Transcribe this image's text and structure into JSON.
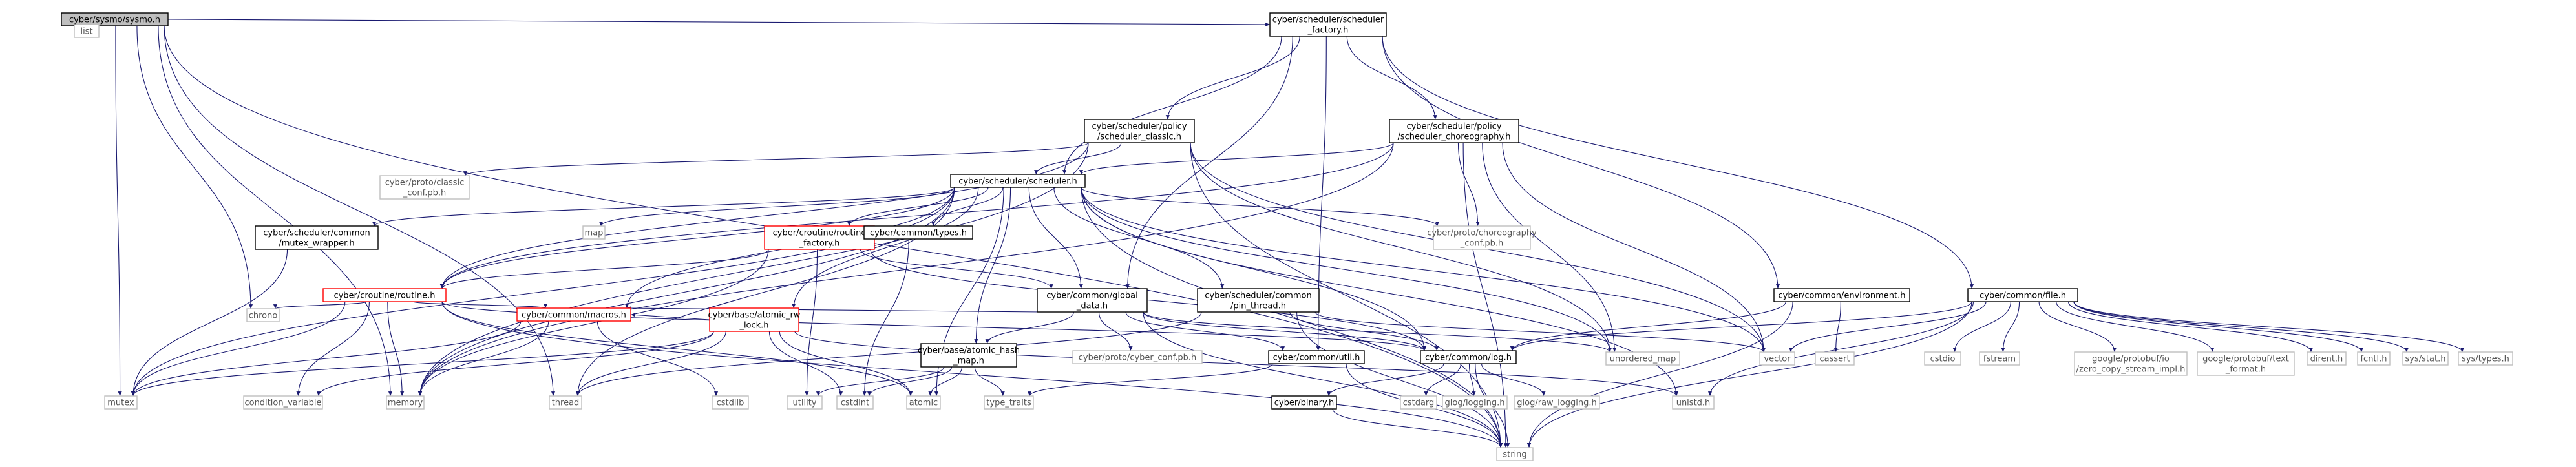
{
  "graph": {
    "nodes": [
      {
        "id": "sysmo",
        "lines": [
          "cyber/sysmo/sysmo.h"
        ],
        "style": "root"
      },
      {
        "id": "list",
        "lines": [
          "list"
        ],
        "style": "gray"
      },
      {
        "id": "sf",
        "lines": [
          "cyber/scheduler/scheduler",
          "_factory.h"
        ],
        "style": "black"
      },
      {
        "id": "pc",
        "lines": [
          "cyber/scheduler/policy",
          "/scheduler_classic.h"
        ],
        "style": "black"
      },
      {
        "id": "pch",
        "lines": [
          "cyber/scheduler/policy",
          "/scheduler_choreography.h"
        ],
        "style": "black"
      },
      {
        "id": "cconf",
        "lines": [
          "cyber/proto/classic",
          "_conf.pb.h"
        ],
        "style": "gray"
      },
      {
        "id": "sch",
        "lines": [
          "cyber/scheduler/scheduler.h"
        ],
        "style": "black"
      },
      {
        "id": "map",
        "lines": [
          "map"
        ],
        "style": "gray"
      },
      {
        "id": "mw",
        "lines": [
          "cyber/scheduler/common",
          "/mutex_wrapper.h"
        ],
        "style": "black"
      },
      {
        "id": "rf",
        "lines": [
          "cyber/croutine/routine",
          "_factory.h"
        ],
        "style": "red"
      },
      {
        "id": "types",
        "lines": [
          "cyber/common/types.h"
        ],
        "style": "black"
      },
      {
        "id": "chconf",
        "lines": [
          "cyber/proto/choreography",
          "_conf.pb.h"
        ],
        "style": "gray"
      },
      {
        "id": "cr",
        "lines": [
          "cyber/croutine/routine.h"
        ],
        "style": "red"
      },
      {
        "id": "chrono",
        "lines": [
          "chrono"
        ],
        "style": "gray"
      },
      {
        "id": "macros",
        "lines": [
          "cyber/common/macros.h"
        ],
        "style": "red"
      },
      {
        "id": "rw",
        "lines": [
          "cyber/base/atomic_rw",
          "_lock.h"
        ],
        "style": "red"
      },
      {
        "id": "gd",
        "lines": [
          "cyber/common/global",
          "_data.h"
        ],
        "style": "black"
      },
      {
        "id": "pin",
        "lines": [
          "cyber/scheduler/common",
          "/pin_thread.h"
        ],
        "style": "black"
      },
      {
        "id": "ahm",
        "lines": [
          "cyber/base/atomic_hash",
          "_map.h"
        ],
        "style": "black"
      },
      {
        "id": "cyconf",
        "lines": [
          "cyber/proto/cyber_conf.pb.h"
        ],
        "style": "gray"
      },
      {
        "id": "util",
        "lines": [
          "cyber/common/util.h"
        ],
        "style": "black"
      },
      {
        "id": "log",
        "lines": [
          "cyber/common/log.h"
        ],
        "style": "black"
      },
      {
        "id": "env",
        "lines": [
          "cyber/common/environment.h"
        ],
        "style": "black"
      },
      {
        "id": "file",
        "lines": [
          "cyber/common/file.h"
        ],
        "style": "black"
      },
      {
        "id": "umap",
        "lines": [
          "unordered_map"
        ],
        "style": "gray"
      },
      {
        "id": "vector",
        "lines": [
          "vector"
        ],
        "style": "gray"
      },
      {
        "id": "cassert",
        "lines": [
          "cassert"
        ],
        "style": "gray"
      },
      {
        "id": "cstdio",
        "lines": [
          "cstdio"
        ],
        "style": "gray"
      },
      {
        "id": "fstream",
        "lines": [
          "fstream"
        ],
        "style": "gray"
      },
      {
        "id": "zc",
        "lines": [
          "google/protobuf/io",
          "/zero_copy_stream_impl.h"
        ],
        "style": "gray"
      },
      {
        "id": "tf",
        "lines": [
          "google/protobuf/text",
          "_format.h"
        ],
        "style": "gray"
      },
      {
        "id": "dirent",
        "lines": [
          "dirent.h"
        ],
        "style": "gray"
      },
      {
        "id": "fcntl",
        "lines": [
          "fcntl.h"
        ],
        "style": "gray"
      },
      {
        "id": "sysstat",
        "lines": [
          "sys/stat.h"
        ],
        "style": "gray"
      },
      {
        "id": "systypes",
        "lines": [
          "sys/types.h"
        ],
        "style": "gray"
      },
      {
        "id": "mutex",
        "lines": [
          "mutex"
        ],
        "style": "gray"
      },
      {
        "id": "condvar",
        "lines": [
          "condition_variable"
        ],
        "style": "gray"
      },
      {
        "id": "memory",
        "lines": [
          "memory"
        ],
        "style": "gray"
      },
      {
        "id": "thread",
        "lines": [
          "thread"
        ],
        "style": "gray"
      },
      {
        "id": "cstdlib",
        "lines": [
          "cstdlib"
        ],
        "style": "gray"
      },
      {
        "id": "utility",
        "lines": [
          "utility"
        ],
        "style": "gray"
      },
      {
        "id": "cstdint",
        "lines": [
          "cstdint"
        ],
        "style": "gray"
      },
      {
        "id": "atomic",
        "lines": [
          "atomic"
        ],
        "style": "gray"
      },
      {
        "id": "tt",
        "lines": [
          "type_traits"
        ],
        "style": "gray"
      },
      {
        "id": "cstdarg",
        "lines": [
          "cstdarg"
        ],
        "style": "gray"
      },
      {
        "id": "glog",
        "lines": [
          "glog/logging.h"
        ],
        "style": "gray"
      },
      {
        "id": "graw",
        "lines": [
          "glog/raw_logging.h"
        ],
        "style": "gray"
      },
      {
        "id": "unistd",
        "lines": [
          "unistd.h"
        ],
        "style": "gray"
      },
      {
        "id": "binary",
        "lines": [
          "cyber/binary.h"
        ],
        "style": "black"
      },
      {
        "id": "string",
        "lines": [
          "string"
        ],
        "style": "gray"
      }
    ],
    "edges": [
      [
        "sysmo",
        "list"
      ],
      [
        "sysmo",
        "sf"
      ],
      [
        "sysmo",
        "string"
      ],
      [
        "sysmo",
        "mutex"
      ],
      [
        "sysmo",
        "chrono"
      ],
      [
        "sysmo",
        "thread"
      ],
      [
        "sysmo",
        "memory"
      ],
      [
        "sf",
        "pc"
      ],
      [
        "sf",
        "pch"
      ],
      [
        "sf",
        "sch"
      ],
      [
        "sf",
        "gd"
      ],
      [
        "sf",
        "env"
      ],
      [
        "sf",
        "file"
      ],
      [
        "sf",
        "util"
      ],
      [
        "pc",
        "cconf"
      ],
      [
        "pc",
        "sch"
      ],
      [
        "pc",
        "cr"
      ],
      [
        "pc",
        "memory"
      ],
      [
        "pc",
        "string"
      ],
      [
        "pc",
        "vector"
      ],
      [
        "pc",
        "umap"
      ],
      [
        "pch",
        "chconf"
      ],
      [
        "pch",
        "sch"
      ],
      [
        "pch",
        "cr"
      ],
      [
        "pch",
        "memory"
      ],
      [
        "pch",
        "string"
      ],
      [
        "pch",
        "vector"
      ],
      [
        "pch",
        "umap"
      ],
      [
        "sch",
        "map"
      ],
      [
        "sch",
        "mw"
      ],
      [
        "sch",
        "rf"
      ],
      [
        "sch",
        "types"
      ],
      [
        "sch",
        "chconf"
      ],
      [
        "sch",
        "cr"
      ],
      [
        "sch",
        "macros"
      ],
      [
        "sch",
        "rw"
      ],
      [
        "sch",
        "gd"
      ],
      [
        "sch",
        "pin"
      ],
      [
        "sch",
        "ahm"
      ],
      [
        "sch",
        "log"
      ],
      [
        "sch",
        "umap"
      ],
      [
        "sch",
        "vector"
      ],
      [
        "sch",
        "string"
      ],
      [
        "sch",
        "memory"
      ],
      [
        "sch",
        "mutex"
      ],
      [
        "sch",
        "thread"
      ],
      [
        "sch",
        "atomic"
      ],
      [
        "sch",
        "unistd"
      ],
      [
        "mw",
        "mutex"
      ],
      [
        "rf",
        "cr"
      ],
      [
        "rf",
        "gd"
      ],
      [
        "rf",
        "log"
      ],
      [
        "rf",
        "utility"
      ],
      [
        "rf",
        "memory"
      ],
      [
        "types",
        "cstdint"
      ],
      [
        "cr",
        "chrono"
      ],
      [
        "cr",
        "macros"
      ],
      [
        "cr",
        "log"
      ],
      [
        "cr",
        "mutex"
      ],
      [
        "cr",
        "condvar"
      ],
      [
        "cr",
        "memory"
      ],
      [
        "cr",
        "atomic"
      ],
      [
        "cr",
        "string"
      ],
      [
        "macros",
        "memory"
      ],
      [
        "macros",
        "cstdlib"
      ],
      [
        "macros",
        "mutex"
      ],
      [
        "rw",
        "macros"
      ],
      [
        "rw",
        "thread"
      ],
      [
        "rw",
        "cstdint"
      ],
      [
        "rw",
        "atomic"
      ],
      [
        "rw",
        "mutex"
      ],
      [
        "rw",
        "condvar"
      ],
      [
        "rw",
        "unistd"
      ],
      [
        "gd",
        "cyconf"
      ],
      [
        "gd",
        "util"
      ],
      [
        "gd",
        "log"
      ],
      [
        "gd",
        "macros"
      ],
      [
        "gd",
        "ahm"
      ],
      [
        "gd",
        "umap"
      ],
      [
        "gd",
        "string"
      ],
      [
        "pin",
        "log"
      ],
      [
        "pin",
        "thread"
      ],
      [
        "pin",
        "string"
      ],
      [
        "pin",
        "vector"
      ],
      [
        "ahm",
        "cstdint"
      ],
      [
        "ahm",
        "type_traits"
      ],
      [
        "ahm",
        "tt"
      ],
      [
        "ahm",
        "utility"
      ],
      [
        "ahm",
        "atomic"
      ],
      [
        "util",
        "tt"
      ],
      [
        "util",
        "string"
      ],
      [
        "log",
        "cstdarg"
      ],
      [
        "log",
        "glog"
      ],
      [
        "log",
        "graw"
      ],
      [
        "log",
        "binary"
      ],
      [
        "log",
        "string"
      ],
      [
        "env",
        "log"
      ],
      [
        "env",
        "cassert"
      ],
      [
        "env",
        "string"
      ],
      [
        "file",
        "log"
      ],
      [
        "file",
        "string"
      ],
      [
        "file",
        "vector"
      ],
      [
        "file",
        "cstdio"
      ],
      [
        "file",
        "fstream"
      ],
      [
        "file",
        "zc"
      ],
      [
        "file",
        "tf"
      ],
      [
        "file",
        "dirent"
      ],
      [
        "file",
        "fcntl"
      ],
      [
        "file",
        "sysstat"
      ],
      [
        "file",
        "systypes"
      ],
      [
        "file",
        "unistd"
      ],
      [
        "binary",
        "string"
      ]
    ]
  }
}
